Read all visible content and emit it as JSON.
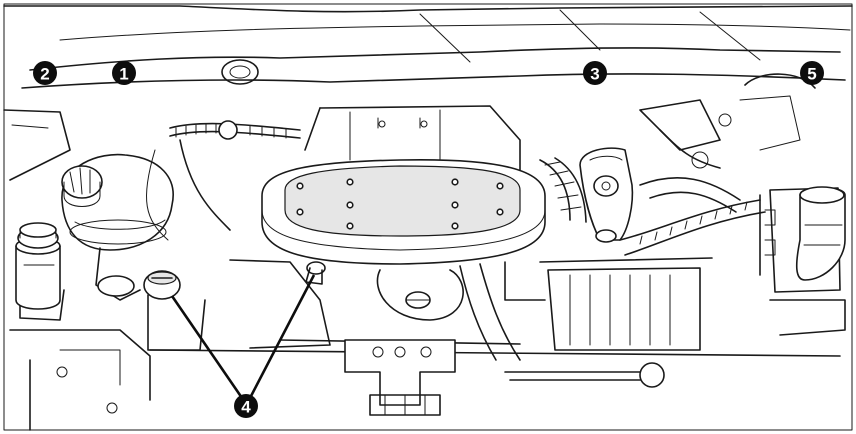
{
  "diagram": {
    "callouts": [
      {
        "id": "callout-1",
        "label": "1"
      },
      {
        "id": "callout-2",
        "label": "2"
      },
      {
        "id": "callout-3",
        "label": "3"
      },
      {
        "id": "callout-4",
        "label": "4"
      },
      {
        "id": "callout-5",
        "label": "5"
      }
    ],
    "colors": {
      "ink": "#1a1a1a",
      "background": "#ffffff",
      "callout_fill": "#0d0d0d",
      "callout_text": "#ffffff"
    }
  }
}
